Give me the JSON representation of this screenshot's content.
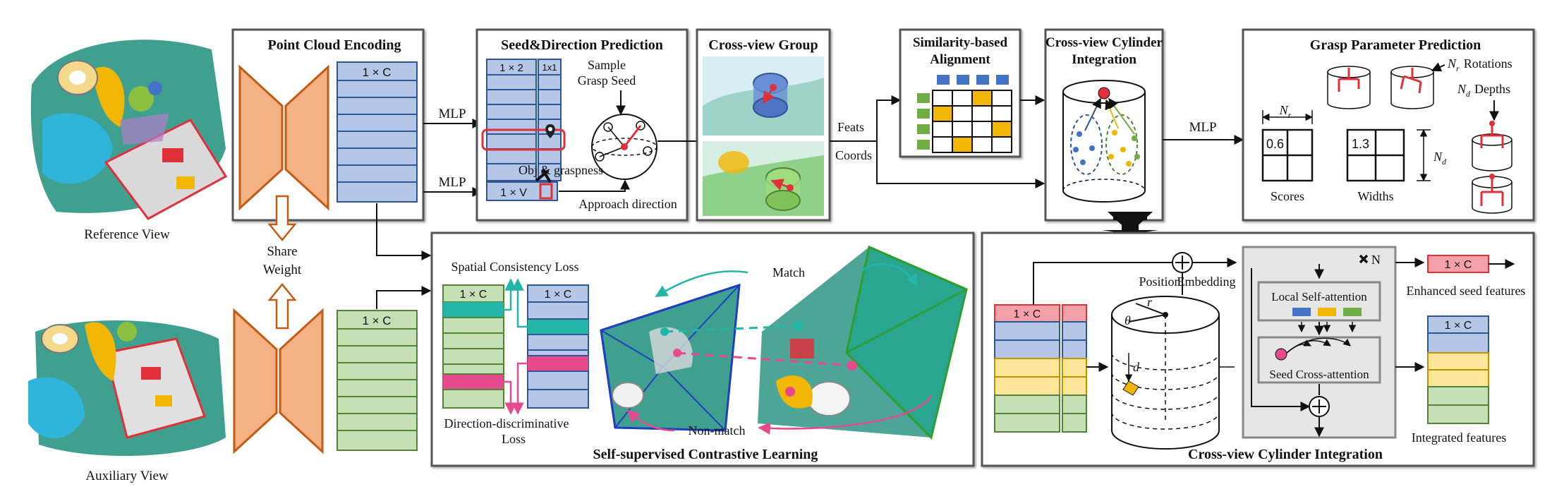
{
  "panels": {
    "point_cloud_encoding": "Point Cloud Encoding",
    "seed_direction_prediction": "Seed&Direction Prediction",
    "cross_view_group": "Cross-view Group",
    "similarity_alignment_line1": "Similarity-based",
    "similarity_alignment_line2": "Alignment",
    "cylinder_integration_line1": "Cross-view Cylinder",
    "cylinder_integration_line2": "Integration",
    "grasp_parameter_prediction": "Grasp Parameter Prediction",
    "contrastive_learning": "Self-supervised Contrastive Learning",
    "cylinder_integration_detail": "Cross-view Cylinder Integration"
  },
  "views": {
    "reference": "Reference View",
    "auxiliary": "Auxiliary View"
  },
  "encoder": {
    "share_line1": "Share",
    "share_line2": "Weight",
    "feature_label": "1 × C"
  },
  "mlp": {
    "top": "MLP",
    "bottom": "MLP",
    "grasp": "MLP"
  },
  "seed": {
    "col1_label": "1 × 2",
    "col2_label": "1x1",
    "sample_line1": "Sample",
    "sample_line2": "Grasp Seed",
    "obj_graspness": "Obj & graspness",
    "v_label": "1 × V",
    "approach": "Approach direction"
  },
  "flow": {
    "feats": "Feats",
    "coords": "Coords"
  },
  "grasp": {
    "rotations_symbol": "N",
    "rotations_sub": "r",
    "rotations_text": "Rotations",
    "depths_symbol": "N",
    "depths_sub": "d",
    "depths_text": "Depths",
    "nr_symbol": "N",
    "nr_sub": "r",
    "nd_symbol": "N",
    "nd_sub": "d",
    "score_value": "0.6",
    "width_value": "1.3",
    "scores": "Scores",
    "widths": "Widths"
  },
  "contrastive": {
    "spatial_loss": "Spatial Consistency Loss",
    "direction_loss_line1": "Direction-discriminative",
    "direction_loss_line2": "Loss",
    "ref_label": "1 × C",
    "aux_label": "1 × C",
    "match": "Match",
    "non_match": "Non-match"
  },
  "cylinder": {
    "ref_label": "1 × C",
    "position": "Position",
    "embedding": "Embedding",
    "theta": "θ",
    "r": "r",
    "d": "d",
    "repeat": "N",
    "local_attn": "Local Self-attention",
    "seed_attn": "Seed Cross-attention",
    "enhanced_label": "1 × C",
    "enhanced_text": "Enhanced seed features",
    "integrated_label": "1 × C",
    "integrated_text": "Integrated features"
  },
  "colors": {
    "panel_border": "#555555",
    "encoder_orange": "#f4b183",
    "encoder_stroke": "#c55a11",
    "feature_blue": "#b4c7e7",
    "feature_blue_stroke": "#2f5597",
    "feature_green": "#c5e0b4",
    "feature_green_stroke": "#548235",
    "feature_yellow": "#ffe699",
    "feature_red": "#f4a0a8",
    "feature_red_stroke": "#e0303a",
    "teal": "#22b5a8",
    "pink": "#e64a8c",
    "accent_red": "#e0303a",
    "alignment_blue": "#4472c4",
    "alignment_yellow": "#f2b705",
    "alignment_green": "#70ad47",
    "attention_panel": "#e7e6e6",
    "scene_teal": "#1f8f7c"
  }
}
